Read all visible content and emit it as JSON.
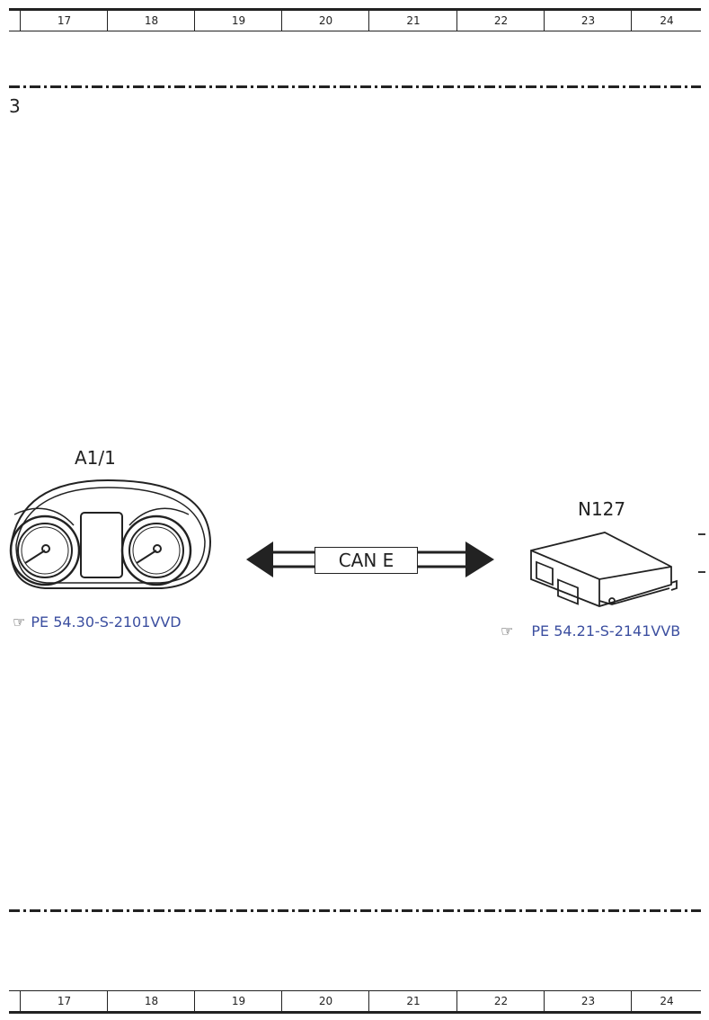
{
  "ruler": [
    "17",
    "18",
    "19",
    "20",
    "21",
    "22",
    "23",
    "24"
  ],
  "section_number": "3",
  "components": {
    "cluster": {
      "id": "A1/1",
      "ref": "PE 54.30-S-2101VVD"
    },
    "module": {
      "id": "N127",
      "ref": "PE 54.21-S-2141VVB"
    }
  },
  "bus_label": "CAN E",
  "colors": {
    "link": "#3c4fa0",
    "line": "#222222"
  },
  "icons": {
    "reference": "pointing-hand-icon"
  }
}
